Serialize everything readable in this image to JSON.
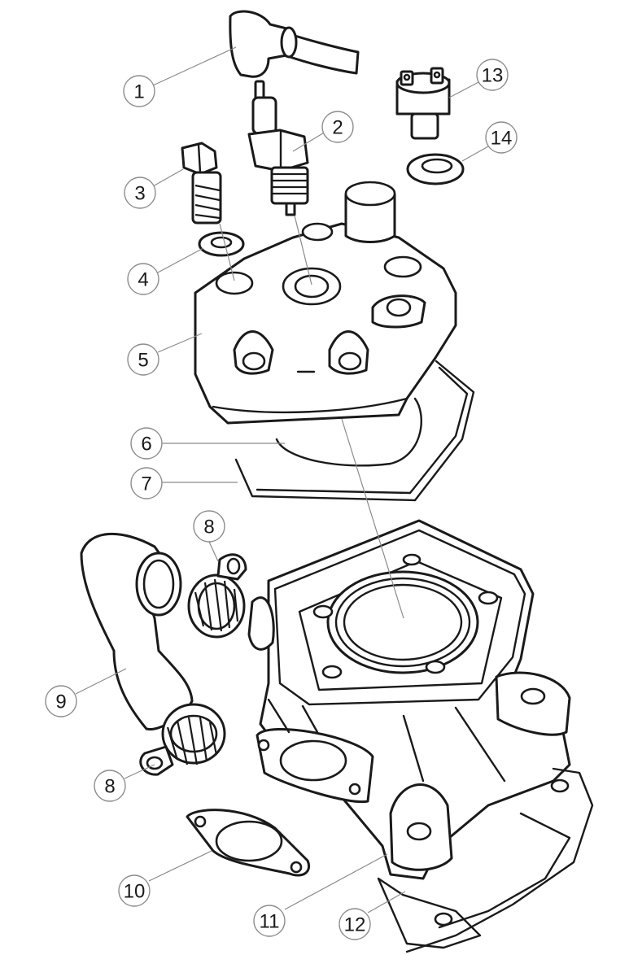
{
  "callouts": [
    {
      "id": "c1",
      "label": "1"
    },
    {
      "id": "c2",
      "label": "2"
    },
    {
      "id": "c3",
      "label": "3"
    },
    {
      "id": "c4",
      "label": "4"
    },
    {
      "id": "c5",
      "label": "5"
    },
    {
      "id": "c6",
      "label": "6"
    },
    {
      "id": "c7",
      "label": "7"
    },
    {
      "id": "c8a",
      "label": "8"
    },
    {
      "id": "c8b",
      "label": "8"
    },
    {
      "id": "c9",
      "label": "9"
    },
    {
      "id": "c10",
      "label": "10"
    },
    {
      "id": "c11",
      "label": "11"
    },
    {
      "id": "c12",
      "label": "12"
    },
    {
      "id": "c13",
      "label": "13"
    },
    {
      "id": "c14",
      "label": "14"
    }
  ],
  "colors": {
    "line": "#1a1a1a",
    "leader": "#8a8a8a",
    "background": "#ffffff"
  }
}
